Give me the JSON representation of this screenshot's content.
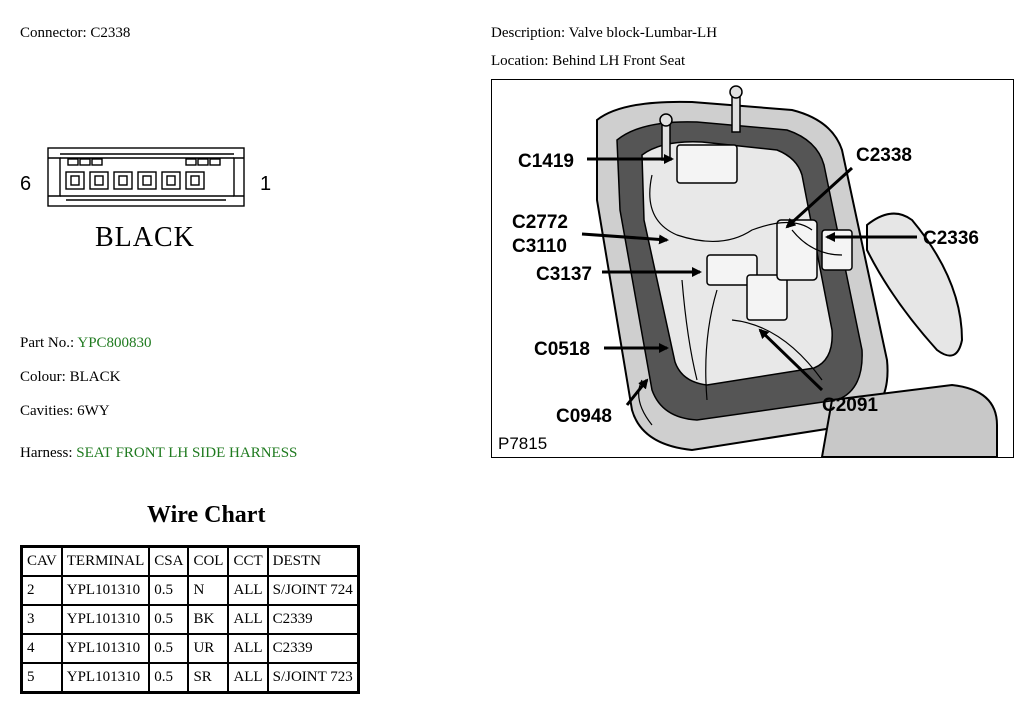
{
  "connector": {
    "label": "Connector:",
    "value": "C2338"
  },
  "description": {
    "label": "Description:",
    "value": "Valve block-Lumbar-LH"
  },
  "location": {
    "label": "Location:",
    "value": "Behind LH Front Seat"
  },
  "face": {
    "pin_left": "6",
    "pin_right": "1",
    "colour_text": "BLACK"
  },
  "part": {
    "label": "Part No.:",
    "value": "YPC800830"
  },
  "colour": {
    "label": "Colour:",
    "value": "BLACK"
  },
  "cavities": {
    "label": "Cavities:",
    "value": "6WY"
  },
  "harness": {
    "label": "Harness:",
    "value": "SEAT FRONT LH SIDE HARNESS"
  },
  "wire_chart": {
    "title": "Wire Chart",
    "headers": [
      "CAV",
      "TERMINAL",
      "CSA",
      "COL",
      "CCT",
      "DESTN"
    ],
    "rows": [
      [
        "2",
        "YPL101310",
        "0.5",
        "N",
        "ALL",
        "S/JOINT 724"
      ],
      [
        "3",
        "YPL101310",
        "0.5",
        "BK",
        "ALL",
        "C2339"
      ],
      [
        "4",
        "YPL101310",
        "0.5",
        "UR",
        "ALL",
        "C2339"
      ],
      [
        "5",
        "YPL101310",
        "0.5",
        "SR",
        "ALL",
        "S/JOINT 723"
      ]
    ]
  },
  "photo": {
    "callouts": {
      "c1419": "C1419",
      "c2338": "C2338",
      "c2772": "C2772",
      "c3110": "C3110",
      "c2336": "C2336",
      "c3137": "C3137",
      "c0518": "C0518",
      "c2091": "C2091",
      "c0948": "C0948"
    },
    "plate": "P7815"
  },
  "colors": {
    "green_link": "#1f7a1f"
  }
}
